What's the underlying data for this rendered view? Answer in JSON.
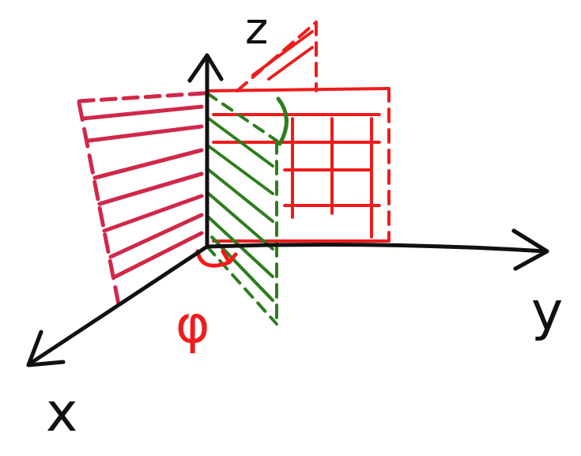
{
  "diagram": {
    "labels": [
      "z",
      "y",
      "x",
      "φ"
    ]
  }
}
